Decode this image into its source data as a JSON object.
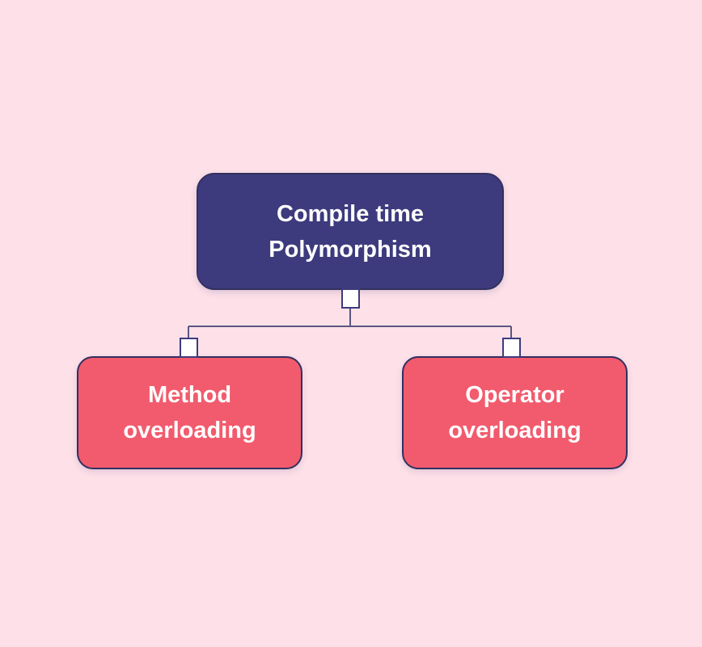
{
  "diagram": {
    "type": "hierarchy-flowchart",
    "root": {
      "label": "Compile time Polymorphism"
    },
    "children": [
      {
        "label": "Method overloading"
      },
      {
        "label": "Operator overloading"
      }
    ],
    "colors": {
      "background": "#fde0e8",
      "root_fill": "#3d3b7d",
      "child_fill": "#f25b6d",
      "node_border": "#333060",
      "connector_line": "#5b5680",
      "port_fill": "#ffffff",
      "text": "#ffffff"
    }
  }
}
